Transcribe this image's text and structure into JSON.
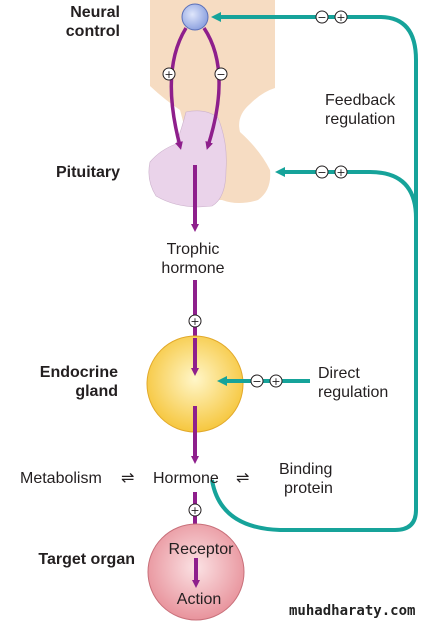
{
  "labels": {
    "neural_control_1": "Neural",
    "neural_control_2": "control",
    "pituitary": "Pituitary",
    "trophic_1": "Trophic",
    "trophic_2": "hormone",
    "endocrine_1": "Endocrine",
    "endocrine_2": "gland",
    "direct_1": "Direct",
    "direct_2": "regulation",
    "feedback_1": "Feedback",
    "feedback_2": "regulation",
    "metabolism": "Metabolism",
    "hormone": "Hormone",
    "binding_1": "Binding",
    "binding_2": "protein",
    "target_organ": "Target organ",
    "receptor": "Receptor",
    "action": "Action"
  },
  "signs": {
    "plus": "+",
    "minus": "−",
    "minus_plus": "⊖/⊕",
    "equilibrium": "⇌"
  },
  "watermark": "muhadharaty.com",
  "colors": {
    "purple_arrow": "#8e1f8c",
    "teal_arrow": "#16a39a",
    "hypothalamus": "#f6dcc2",
    "pituitary_anterior": "#ead3ea",
    "pituitary_posterior": "#f6dcc2",
    "endocrine_gland": "#f7cf4d",
    "target_organ": "#f0a4ad",
    "neural_node": "#aab8e8"
  }
}
